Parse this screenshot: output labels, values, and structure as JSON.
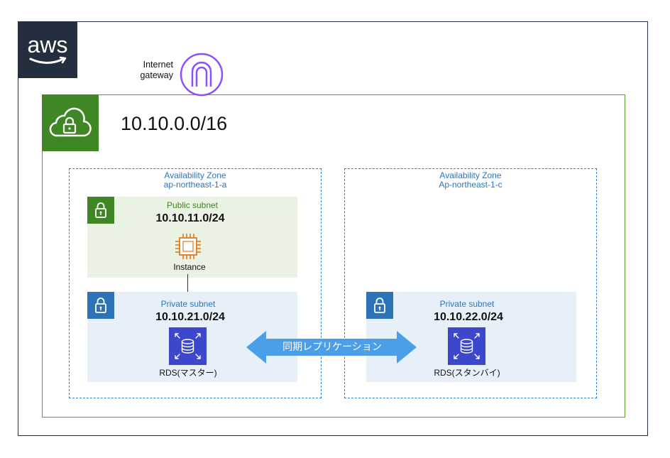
{
  "aws_logo": {
    "text": "aws"
  },
  "internet_gateway": {
    "line1": "Internet",
    "line2": "gateway"
  },
  "vpc": {
    "cidr": "10.10.0.0/16"
  },
  "az_a": {
    "title": "Availability Zone",
    "name": "ap-northeast-1-a"
  },
  "az_c": {
    "title": "Availability Zone",
    "name": "Ap-northeast-1-c"
  },
  "public_subnet": {
    "title": "Public subnet",
    "cidr": "10.10.11.0/24",
    "instance_label": "Instance"
  },
  "private_subnet_a": {
    "title": "Private subnet",
    "cidr": "10.10.21.0/24",
    "rds_label": "RDS(マスター)"
  },
  "private_subnet_c": {
    "title": "Private subnet",
    "cidr": "10.10.22.0/24",
    "rds_label": "RDS(スタンバイ)"
  },
  "replication": {
    "label": "同期レプリケーション"
  },
  "colors": {
    "aws_dark": "#232f3e",
    "vpc_green": "#3f8624",
    "az_blue": "#2e75b6",
    "igw_purple": "#8c4fff",
    "ec2_orange": "#e07a1f",
    "rds_blue": "#3b48cc",
    "arrow_blue": "#4a9fe8"
  }
}
